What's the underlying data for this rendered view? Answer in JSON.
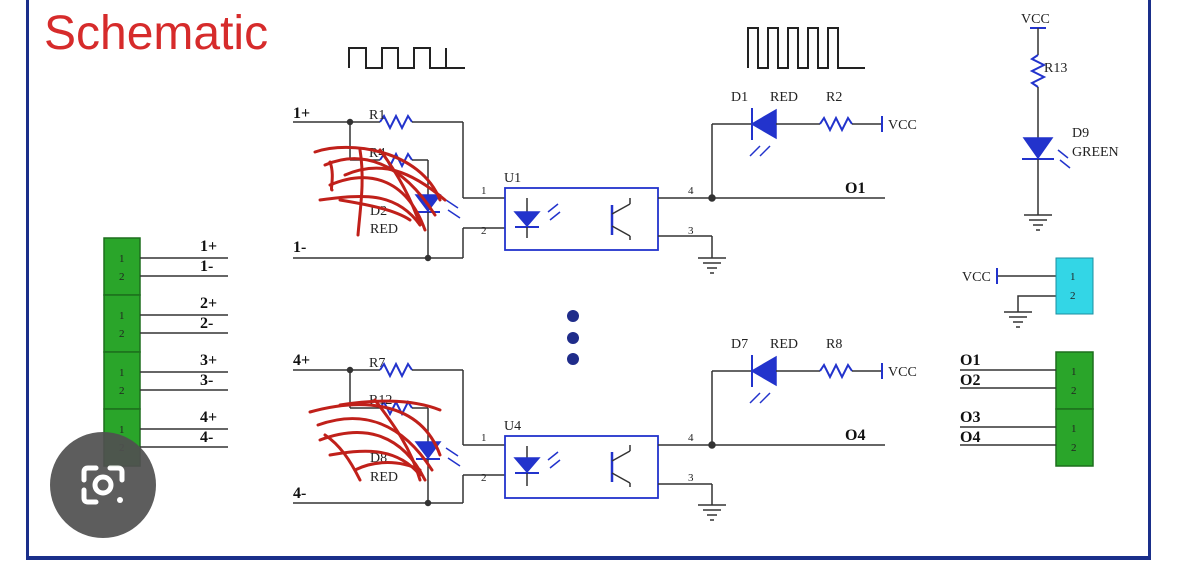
{
  "title": "Schematic",
  "colors": {
    "wire": "#333333",
    "component": "#2233cc",
    "terminal_green": "#2aa52a",
    "terminal_cyan": "#33d6e6",
    "frame": "#1a2f8a",
    "title": "#d62b2b",
    "scribble": "#c0201a"
  },
  "channel1": {
    "in_plus": "1+",
    "in_minus": "1-",
    "r_top": "R1",
    "r_mid": "R4",
    "led": "D2",
    "led_color": "RED",
    "opto": "U1",
    "pin1": "1",
    "pin2": "2",
    "pin3": "3",
    "pin4": "4",
    "out_led": "D1",
    "out_led_color": "RED",
    "out_res": "R2",
    "vcc": "VCC",
    "output": "O1"
  },
  "channel4": {
    "in_plus": "4+",
    "in_minus": "4-",
    "r_top": "R7",
    "r_mid": "R12",
    "led": "D8",
    "led_color": "RED",
    "opto": "U4",
    "pin1": "1",
    "pin2": "2",
    "pin3": "3",
    "pin4": "4",
    "out_led": "D7",
    "out_led_color": "RED",
    "out_res": "R8",
    "vcc": "VCC",
    "output": "O4"
  },
  "power_led": {
    "vcc": "VCC",
    "res": "R13",
    "led": "D9",
    "color": "GREEN"
  },
  "power_connector": {
    "vcc": "VCC",
    "pin1": "1",
    "pin2": "2"
  },
  "input_connector": {
    "labels": [
      "1+",
      "1-",
      "2+",
      "2-",
      "3+",
      "3-",
      "4+",
      "4-"
    ],
    "pins": [
      "1",
      "2",
      "1",
      "2",
      "1",
      "2",
      "1",
      "2"
    ]
  },
  "output_connector": {
    "labels": [
      "O1",
      "O2",
      "O3",
      "O4"
    ],
    "pins": [
      "1",
      "2",
      "1",
      "2"
    ]
  },
  "icons": {
    "lens": "camera-lens-icon"
  }
}
